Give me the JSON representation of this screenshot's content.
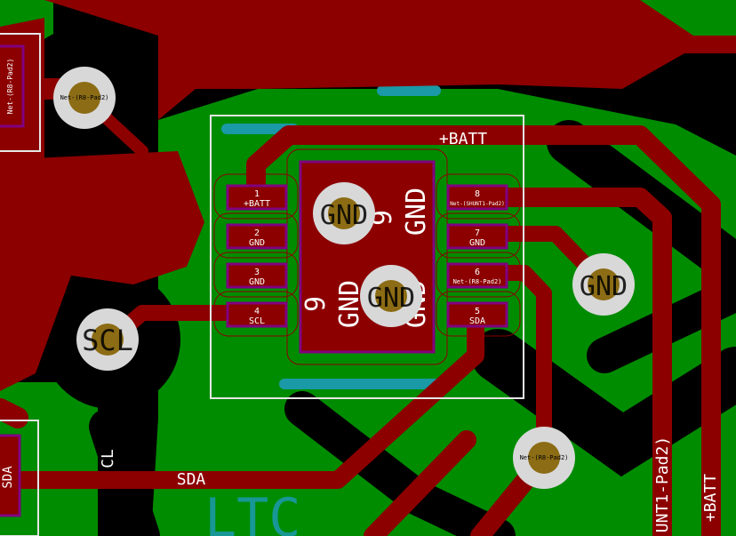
{
  "colors": {
    "background": "#000000",
    "copper_zone": "#008c00",
    "trace": "#8c0000",
    "pad": "#8c0000",
    "pad_outline": "#800080",
    "via_ring": "#d8d8d8",
    "via_hole": "#8c6c14",
    "silkscreen": "#e6e6e6",
    "inner_teal": "#1a99a6"
  },
  "component": {
    "center_pad_label": "9",
    "center_pad_net": "GND",
    "pins": [
      {
        "number": "1",
        "net": "+BATT"
      },
      {
        "number": "2",
        "net": "GND"
      },
      {
        "number": "3",
        "net": "GND"
      },
      {
        "number": "4",
        "net": "SCL"
      },
      {
        "number": "5",
        "net": "SDA"
      },
      {
        "number": "6",
        "net": "Net-(R8-Pad2)"
      },
      {
        "number": "7",
        "net": "GND"
      },
      {
        "number": "8",
        "net": "Net-(SHUNT1-Pad2)"
      }
    ]
  },
  "vias": {
    "top_left": "Net-(R8-Pad2)",
    "gnd_upper": "GND",
    "gnd_lower": "GND",
    "gnd_right": "GND",
    "scl": "SCL",
    "bottom_right": "Net-(R8-Pad2)"
  },
  "trace_labels": {
    "batt_top": "+BATT",
    "sda_bottom": "SDA",
    "scl_bottom": "CL",
    "shunt_right": "UNT1-Pad2)",
    "batt_right": "+BATT",
    "left_pad_net": "Net-(R8-Pad2)",
    "left_pad_sda": "SDA"
  }
}
